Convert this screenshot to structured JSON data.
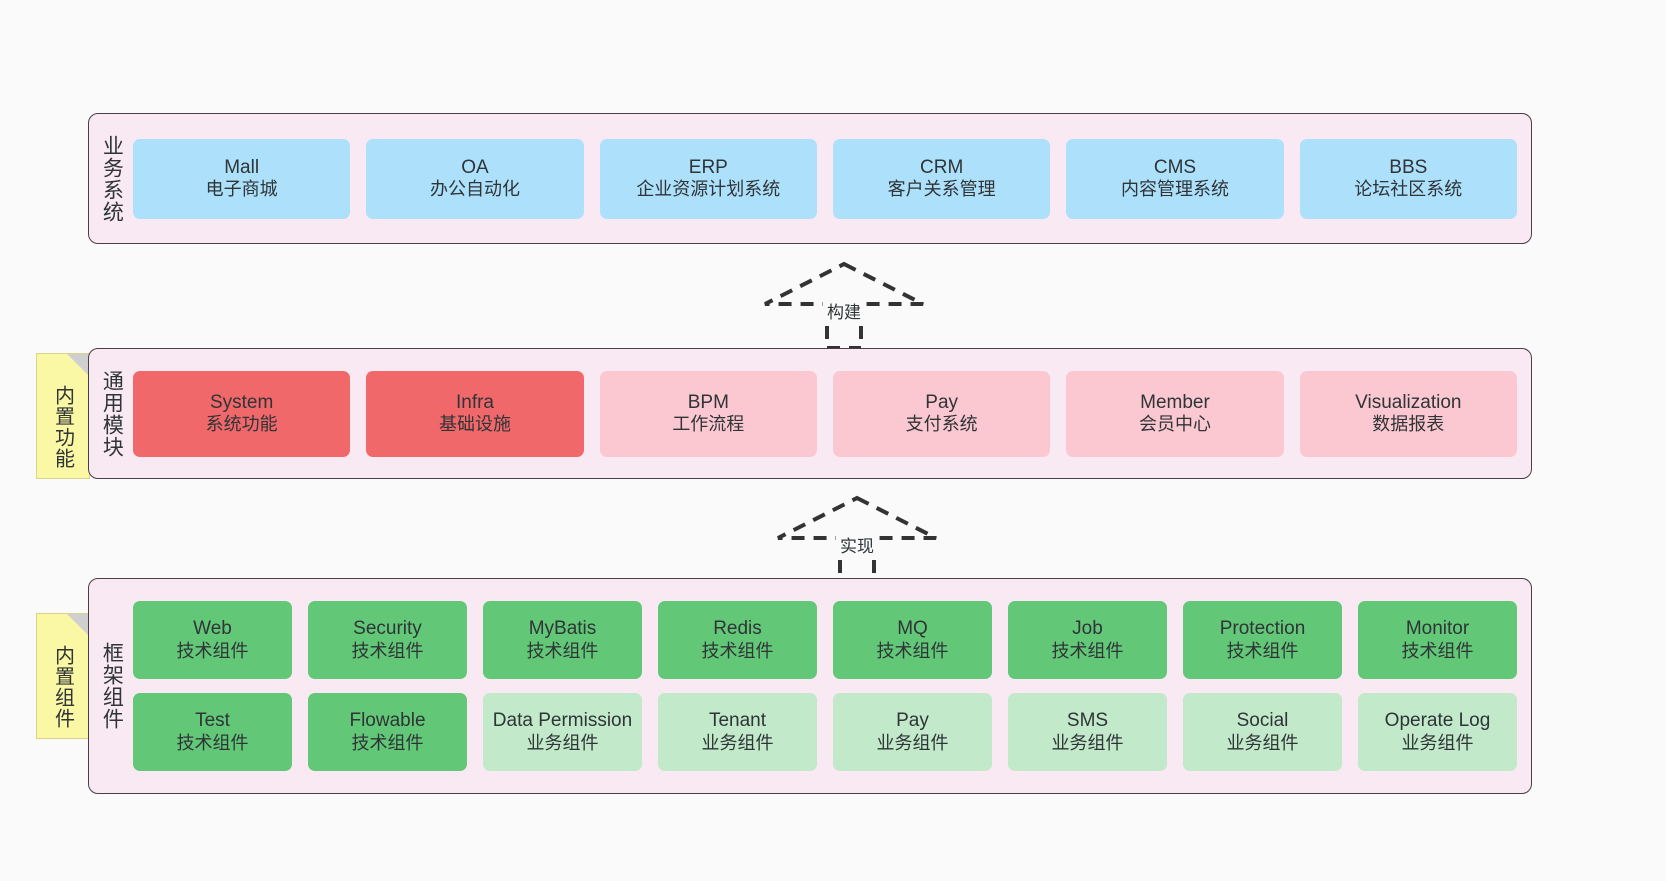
{
  "diagram": {
    "background": "#fafafa",
    "panel_fill": "#f8e9f3",
    "panel_stroke": "#4a3f46",
    "note_fill": "#fbf8a5",
    "colors": {
      "business_system": "#ade1fb",
      "module_strong": "#f1686b",
      "module_soft": "#fbc8d2",
      "tech_component": "#62c878",
      "business_component": "#c2e9ca"
    }
  },
  "layers": [
    {
      "id": "business-systems",
      "title": "业务系统",
      "note": null,
      "rows": [
        {
          "nodes": [
            {
              "name": "Mall",
              "sub": "电子商城"
            },
            {
              "name": "OA",
              "sub": "办公自动化"
            },
            {
              "name": "ERP",
              "sub": "企业资源计划系统"
            },
            {
              "name": "CRM",
              "sub": "客户关系管理"
            },
            {
              "name": "CMS",
              "sub": "内容管理系统"
            },
            {
              "name": "BBS",
              "sub": "论坛社区系统"
            }
          ]
        }
      ]
    },
    {
      "id": "common-modules",
      "title": "通用模块",
      "note": "内置功能",
      "rows": [
        {
          "nodes": [
            {
              "name": "System",
              "sub": "系统功能"
            },
            {
              "name": "Infra",
              "sub": "基础设施"
            },
            {
              "name": "BPM",
              "sub": "工作流程"
            },
            {
              "name": "Pay",
              "sub": "支付系统"
            },
            {
              "name": "Member",
              "sub": "会员中心"
            },
            {
              "name": "Visualization",
              "sub": "数据报表"
            }
          ]
        }
      ]
    },
    {
      "id": "framework-components",
      "title": "框架组件",
      "note": "内置组件",
      "rows": [
        {
          "nodes": [
            {
              "name": "Web",
              "sub": "技术组件"
            },
            {
              "name": "Security",
              "sub": "技术组件"
            },
            {
              "name": "MyBatis",
              "sub": "技术组件"
            },
            {
              "name": "Redis",
              "sub": "技术组件"
            },
            {
              "name": "MQ",
              "sub": "技术组件"
            },
            {
              "name": "Job",
              "sub": "技术组件"
            },
            {
              "name": "Protection",
              "sub": "技术组件"
            },
            {
              "name": "Monitor",
              "sub": "技术组件"
            }
          ]
        },
        {
          "nodes": [
            {
              "name": "Test",
              "sub": "技术组件"
            },
            {
              "name": "Flowable",
              "sub": "技术组件"
            },
            {
              "name": "Data Permission",
              "sub": "业务组件"
            },
            {
              "name": "Tenant",
              "sub": "业务组件"
            },
            {
              "name": "Pay",
              "sub": "业务组件"
            },
            {
              "name": "SMS",
              "sub": "业务组件"
            },
            {
              "name": "Social",
              "sub": "业务组件"
            },
            {
              "name": "Operate Log",
              "sub": "业务组件"
            }
          ]
        }
      ]
    }
  ],
  "arrows": [
    {
      "id": "build",
      "label": "构建"
    },
    {
      "id": "implement",
      "label": "实现"
    }
  ]
}
